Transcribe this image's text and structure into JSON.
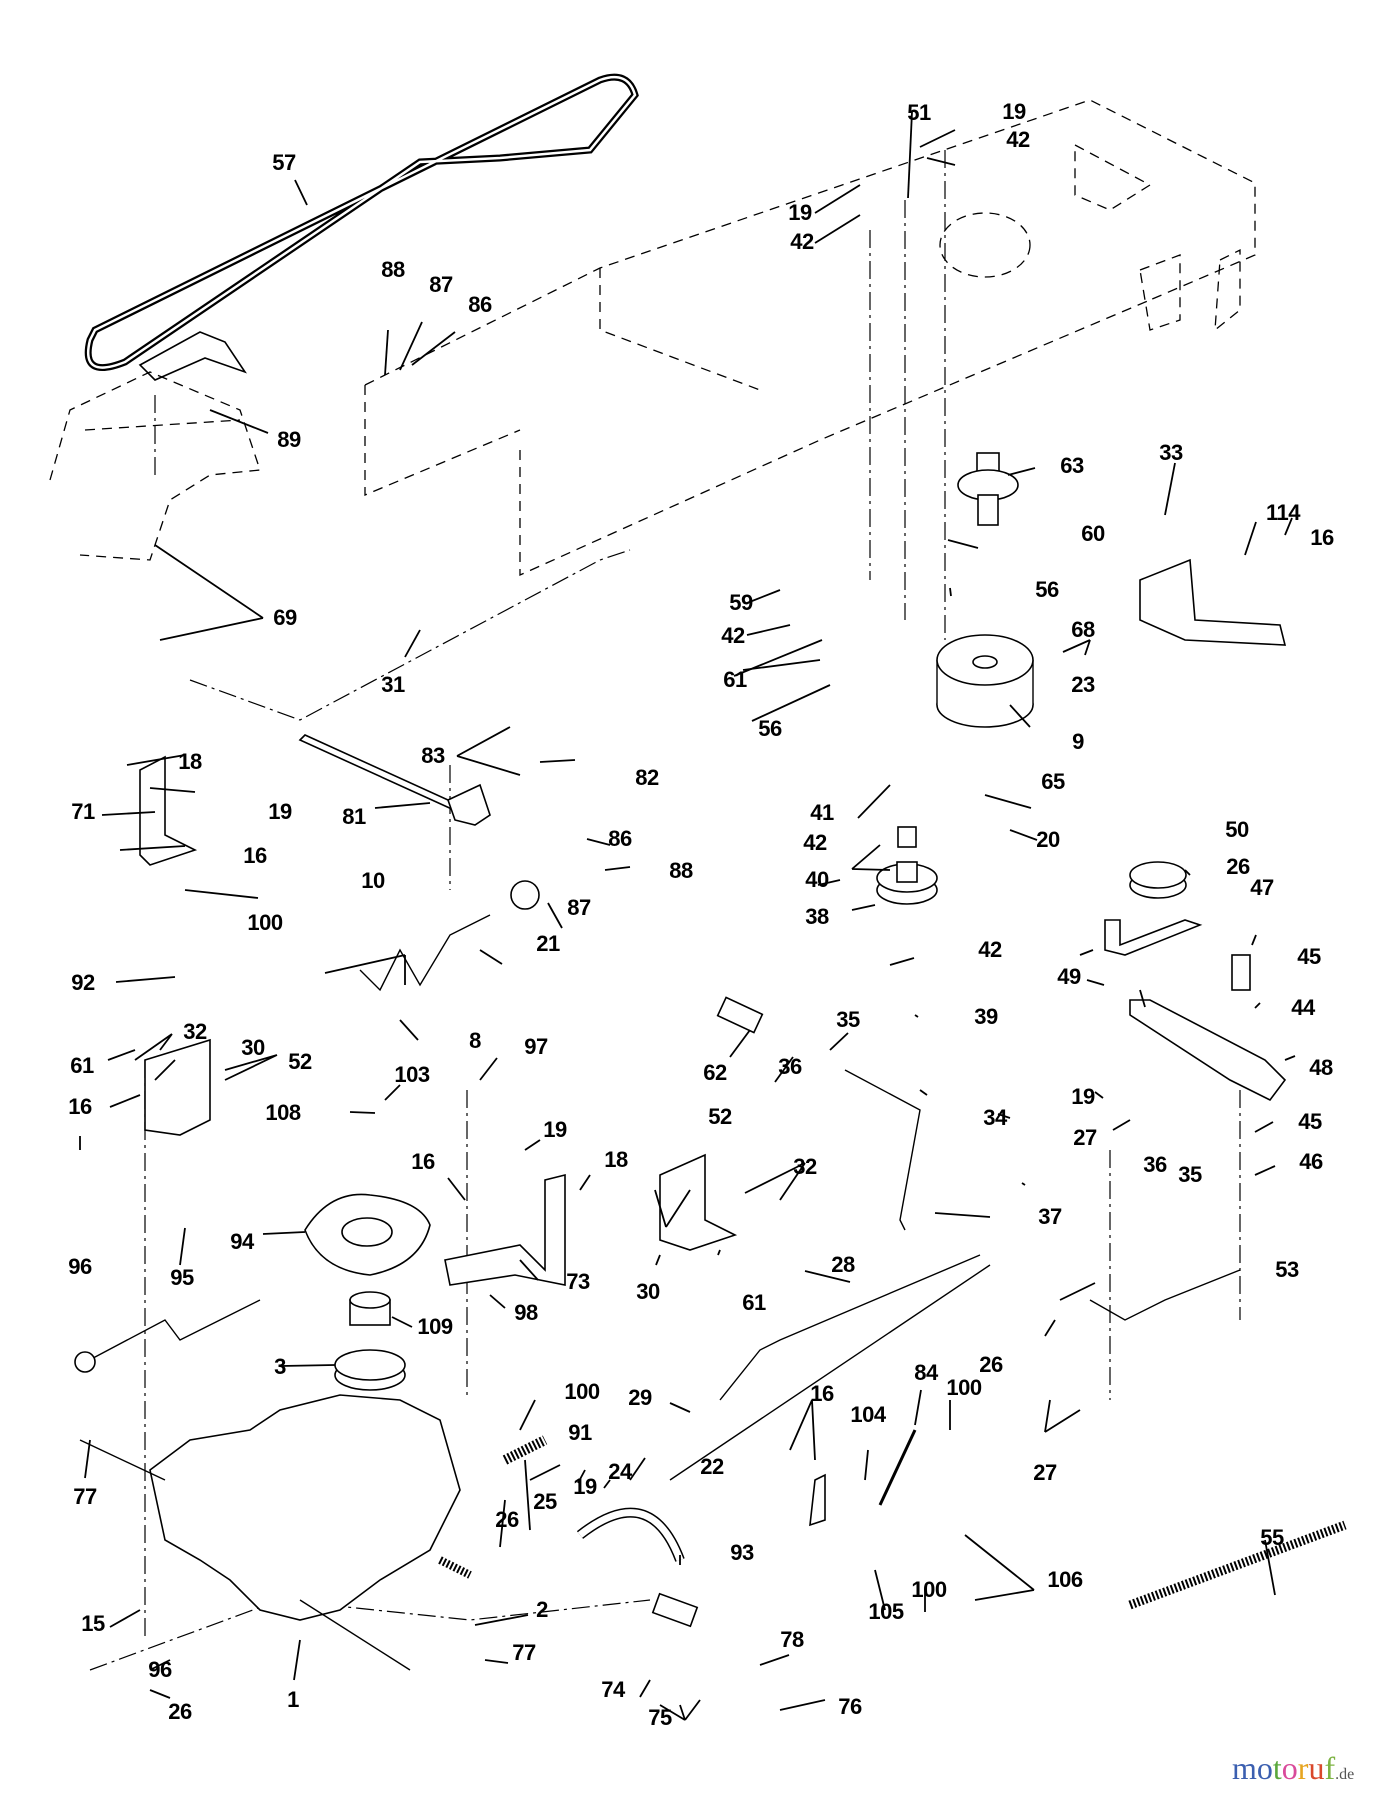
{
  "diagram": {
    "type": "parts-explosion",
    "subject": "Lawn tractor ground drive / transaxle assembly",
    "callouts": [
      {
        "id": "c57",
        "text": "57",
        "part": "drive belt"
      },
      {
        "id": "c88a",
        "text": "88"
      },
      {
        "id": "c87a",
        "text": "87"
      },
      {
        "id": "c86a",
        "text": "86"
      },
      {
        "id": "c89",
        "text": "89",
        "part": "belt guide"
      },
      {
        "id": "c69",
        "text": "69"
      },
      {
        "id": "c51",
        "text": "51"
      },
      {
        "id": "c19a",
        "text": "19"
      },
      {
        "id": "c42a",
        "text": "42"
      },
      {
        "id": "c19b",
        "text": "19"
      },
      {
        "id": "c42b",
        "text": "42"
      },
      {
        "id": "c63",
        "text": "63",
        "part": "engine pulley"
      },
      {
        "id": "c33",
        "text": "33"
      },
      {
        "id": "c114",
        "text": "114"
      },
      {
        "id": "c16a",
        "text": "16"
      },
      {
        "id": "c60",
        "text": "60"
      },
      {
        "id": "c56a",
        "text": "56"
      },
      {
        "id": "c59",
        "text": "59"
      },
      {
        "id": "c42c",
        "text": "42"
      },
      {
        "id": "c68",
        "text": "68"
      },
      {
        "id": "c61a",
        "text": "61"
      },
      {
        "id": "c56b",
        "text": "56"
      },
      {
        "id": "c9",
        "text": "9",
        "part": "electric clutch"
      },
      {
        "id": "c23",
        "text": "23"
      },
      {
        "id": "c31",
        "text": "31"
      },
      {
        "id": "c18a",
        "text": "18"
      },
      {
        "id": "c19c",
        "text": "19"
      },
      {
        "id": "c71",
        "text": "71"
      },
      {
        "id": "c16b",
        "text": "16"
      },
      {
        "id": "c100a",
        "text": "100"
      },
      {
        "id": "c92",
        "text": "92"
      },
      {
        "id": "c83",
        "text": "83"
      },
      {
        "id": "c82",
        "text": "82"
      },
      {
        "id": "c81",
        "text": "81"
      },
      {
        "id": "c86b",
        "text": "86"
      },
      {
        "id": "c88b",
        "text": "88"
      },
      {
        "id": "c87b",
        "text": "87"
      },
      {
        "id": "c10",
        "text": "10"
      },
      {
        "id": "c21",
        "text": "21"
      },
      {
        "id": "c8",
        "text": "8"
      },
      {
        "id": "c41",
        "text": "41"
      },
      {
        "id": "c42d",
        "text": "42"
      },
      {
        "id": "c65",
        "text": "65"
      },
      {
        "id": "c40",
        "text": "40"
      },
      {
        "id": "c20",
        "text": "20"
      },
      {
        "id": "c38",
        "text": "38"
      },
      {
        "id": "c42e",
        "text": "42"
      },
      {
        "id": "c39",
        "text": "39"
      },
      {
        "id": "c50",
        "text": "50"
      },
      {
        "id": "c26a",
        "text": "26"
      },
      {
        "id": "c47",
        "text": "47"
      },
      {
        "id": "c49",
        "text": "49"
      },
      {
        "id": "c45a",
        "text": "45"
      },
      {
        "id": "c44",
        "text": "44"
      },
      {
        "id": "c48",
        "text": "48"
      },
      {
        "id": "c19d",
        "text": "19"
      },
      {
        "id": "c27a",
        "text": "27"
      },
      {
        "id": "c45b",
        "text": "45"
      },
      {
        "id": "c46",
        "text": "46"
      },
      {
        "id": "c32a",
        "text": "32"
      },
      {
        "id": "c30a",
        "text": "30"
      },
      {
        "id": "c61b",
        "text": "61"
      },
      {
        "id": "c52a",
        "text": "52"
      },
      {
        "id": "c16c",
        "text": "16"
      },
      {
        "id": "c103",
        "text": "103"
      },
      {
        "id": "c108",
        "text": "108"
      },
      {
        "id": "c97",
        "text": "97"
      },
      {
        "id": "c19e",
        "text": "19"
      },
      {
        "id": "c18b",
        "text": "18"
      },
      {
        "id": "c16d",
        "text": "16"
      },
      {
        "id": "c94",
        "text": "94",
        "part": "fan"
      },
      {
        "id": "c73",
        "text": "73"
      },
      {
        "id": "c98",
        "text": "98"
      },
      {
        "id": "c109",
        "text": "109"
      },
      {
        "id": "c96a",
        "text": "96"
      },
      {
        "id": "c95",
        "text": "95"
      },
      {
        "id": "c3",
        "text": "3",
        "part": "transaxle pulley"
      },
      {
        "id": "c62",
        "text": "62"
      },
      {
        "id": "c35a",
        "text": "35"
      },
      {
        "id": "c36a",
        "text": "36"
      },
      {
        "id": "c52b",
        "text": "52"
      },
      {
        "id": "c32b",
        "text": "32"
      },
      {
        "id": "c30b",
        "text": "30"
      },
      {
        "id": "c61c",
        "text": "61"
      },
      {
        "id": "c34",
        "text": "34"
      },
      {
        "id": "c37",
        "text": "37"
      },
      {
        "id": "c36b",
        "text": "36"
      },
      {
        "id": "c35b",
        "text": "35"
      },
      {
        "id": "c53",
        "text": "53"
      },
      {
        "id": "c28",
        "text": "28"
      },
      {
        "id": "c26b",
        "text": "26"
      },
      {
        "id": "c29",
        "text": "29"
      },
      {
        "id": "c27b",
        "text": "27"
      },
      {
        "id": "c100b",
        "text": "100"
      },
      {
        "id": "c91",
        "text": "91"
      },
      {
        "id": "c22",
        "text": "22"
      },
      {
        "id": "c77a",
        "text": "77"
      },
      {
        "id": "c24",
        "text": "24"
      },
      {
        "id": "c19f",
        "text": "19"
      },
      {
        "id": "c25",
        "text": "25"
      },
      {
        "id": "c26c",
        "text": "26"
      },
      {
        "id": "c16e",
        "text": "16"
      },
      {
        "id": "c104",
        "text": "104"
      },
      {
        "id": "c84",
        "text": "84"
      },
      {
        "id": "c100c",
        "text": "100"
      },
      {
        "id": "c106",
        "text": "106"
      },
      {
        "id": "c55",
        "text": "55",
        "part": "extension spring"
      },
      {
        "id": "c15",
        "text": "15"
      },
      {
        "id": "c2",
        "text": "2"
      },
      {
        "id": "c93",
        "text": "93"
      },
      {
        "id": "c105",
        "text": "105"
      },
      {
        "id": "c100d",
        "text": "100"
      },
      {
        "id": "c96b",
        "text": "96"
      },
      {
        "id": "c77b",
        "text": "77"
      },
      {
        "id": "c78",
        "text": "78"
      },
      {
        "id": "c74",
        "text": "74"
      },
      {
        "id": "c26d",
        "text": "26"
      },
      {
        "id": "c1",
        "text": "1",
        "part": "transaxle"
      },
      {
        "id": "c75",
        "text": "75"
      },
      {
        "id": "c76",
        "text": "76"
      }
    ]
  },
  "watermark": {
    "letters": [
      {
        "ch": "m",
        "color": "#3b5fb0"
      },
      {
        "ch": "o",
        "color": "#3b5fb0"
      },
      {
        "ch": "t",
        "color": "#5aa83c"
      },
      {
        "ch": "o",
        "color": "#d94b9a"
      },
      {
        "ch": "r",
        "color": "#e6a521"
      },
      {
        "ch": "u",
        "color": "#d9482b"
      },
      {
        "ch": "f",
        "color": "#7cb342"
      }
    ],
    "suffix": ".de"
  }
}
